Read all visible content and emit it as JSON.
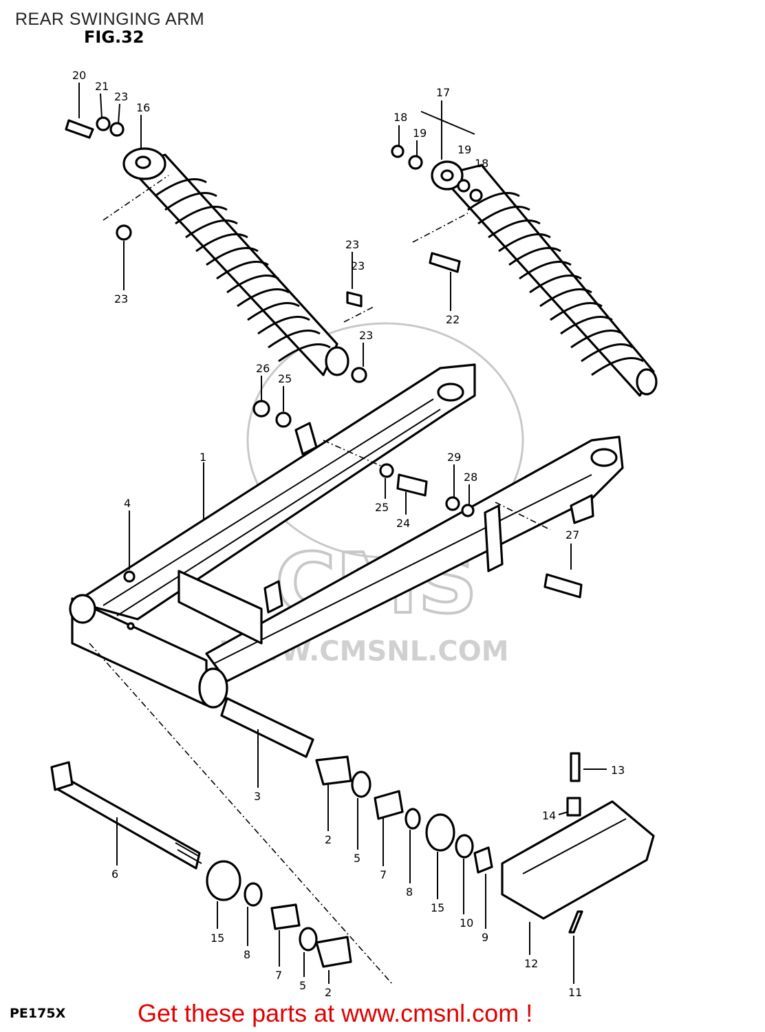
{
  "header": {
    "title": "REAR SWINGING ARM",
    "figure": "FIG.32"
  },
  "footer": {
    "model": "PE175X",
    "cta": "Get these parts at www.cmsnl.com !"
  },
  "watermark": {
    "domain": "WWW.CMSNL.COM",
    "logo": "CMS",
    "color": "#cccccc"
  },
  "colors": {
    "line": "#000000",
    "cta": "#e00000"
  },
  "callouts": [
    "20",
    "21",
    "23",
    "16",
    "17",
    "18",
    "19",
    "19",
    "18",
    "23",
    "23",
    "23",
    "22",
    "23",
    "26",
    "25",
    "29",
    "28",
    "25",
    "24",
    "27",
    "1",
    "4",
    "13",
    "14",
    "3",
    "2",
    "5",
    "7",
    "8",
    "15",
    "10",
    "9",
    "6",
    "15",
    "8",
    "7",
    "5",
    "2",
    "12",
    "11"
  ]
}
